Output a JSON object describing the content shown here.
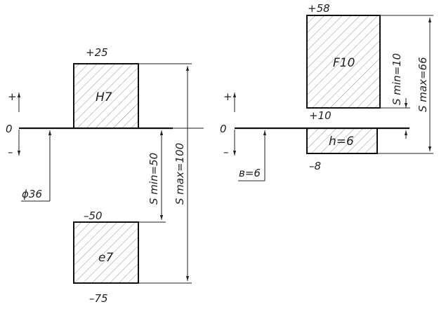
{
  "axis": {
    "plus": "+",
    "minus": "–",
    "zero": "0"
  },
  "left": {
    "hole": {
      "name": "H7",
      "upper": "+25"
    },
    "shaft": {
      "name": "e7",
      "upper": "–50",
      "lower": "–75"
    },
    "nominal": "ϕ36",
    "s_min": "S min=50",
    "s_max": "S max=100"
  },
  "right": {
    "hole": {
      "name": "F10",
      "upper": "+58",
      "lower": "+10"
    },
    "shaft": {
      "name": "h=6",
      "lower": "–8"
    },
    "deviation": "в=6",
    "s_min": "S min=10",
    "s_max": "S max=66"
  }
}
